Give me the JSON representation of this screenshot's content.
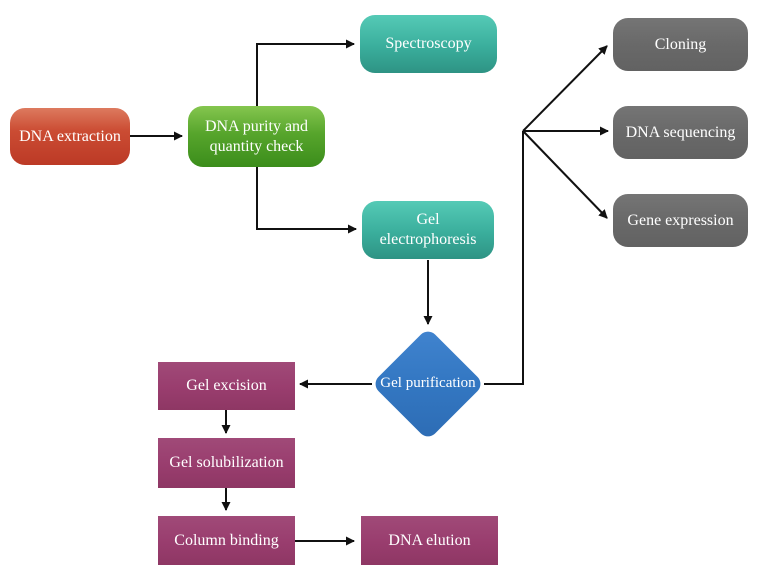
{
  "flowchart": {
    "nodes": {
      "dna_extraction": {
        "label": "DNA extraction",
        "shape": "rounded-rect",
        "fill": "#c6482e",
        "text_color": "#ffffff"
      },
      "purity_check": {
        "label": "DNA purity and quantity check",
        "shape": "rounded-rect",
        "fill": "#57a52c",
        "text_color": "#ffffff"
      },
      "spectroscopy": {
        "label": "Spectroscopy",
        "shape": "rounded-rect",
        "fill": "#3aae9c",
        "text_color": "#ffffff"
      },
      "gel_electrophoresis": {
        "label": "Gel electrophoresis",
        "shape": "rounded-rect",
        "fill": "#3aae9c",
        "text_color": "#ffffff"
      },
      "cloning": {
        "label": "Cloning",
        "shape": "rounded-rect",
        "fill": "#696969",
        "text_color": "#ffffff"
      },
      "dna_sequencing": {
        "label": "DNA sequencing",
        "shape": "rounded-rect",
        "fill": "#696969",
        "text_color": "#ffffff"
      },
      "gene_expression": {
        "label": "Gene expression",
        "shape": "rounded-rect",
        "fill": "#696969",
        "text_color": "#ffffff"
      },
      "gel_purification": {
        "label": "Gel purification",
        "shape": "diamond",
        "fill": "#3377c2",
        "text_color": "#ffffff"
      },
      "gel_excision": {
        "label": "Gel excision",
        "shape": "rect",
        "fill": "#993d6e",
        "text_color": "#ffffff"
      },
      "gel_solubilization": {
        "label": "Gel solubilization",
        "shape": "rect",
        "fill": "#993d6e",
        "text_color": "#ffffff"
      },
      "column_binding": {
        "label": "Column binding",
        "shape": "rect",
        "fill": "#993d6e",
        "text_color": "#ffffff"
      },
      "dna_elution": {
        "label": "DNA elution",
        "shape": "rect",
        "fill": "#993d6e",
        "text_color": "#ffffff"
      }
    },
    "edges": [
      {
        "from": "dna_extraction",
        "to": "purity_check"
      },
      {
        "from": "purity_check",
        "to": "spectroscopy"
      },
      {
        "from": "purity_check",
        "to": "gel_electrophoresis"
      },
      {
        "from": "gel_electrophoresis",
        "to": "gel_purification"
      },
      {
        "from": "gel_purification",
        "to": "cloning"
      },
      {
        "from": "gel_purification",
        "to": "dna_sequencing"
      },
      {
        "from": "gel_purification",
        "to": "gene_expression"
      },
      {
        "from": "gel_purification",
        "to": "gel_excision"
      },
      {
        "from": "gel_excision",
        "to": "gel_solubilization"
      },
      {
        "from": "gel_solubilization",
        "to": "column_binding"
      },
      {
        "from": "column_binding",
        "to": "dna_elution"
      }
    ],
    "colors": {
      "arrow": "#111111",
      "background": "#ffffff",
      "label_text": "#ffffff"
    }
  }
}
